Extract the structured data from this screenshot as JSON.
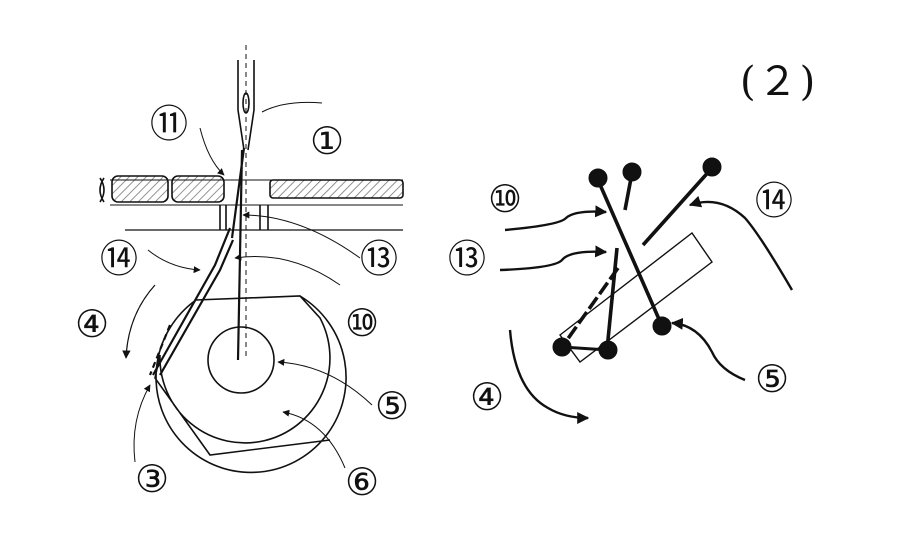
{
  "figure_label": "(２)",
  "labels": {
    "left": {
      "l11": "⑪",
      "l1": "①",
      "l13": "⑬",
      "l14": "⑭",
      "l10": "⑩",
      "l4": "④",
      "l5": "⑤",
      "l3": "③",
      "l6": "⑥"
    },
    "right": {
      "l10": "⑩",
      "l13": "⑬",
      "l14": "⑭",
      "l4": "④",
      "l5": "⑤"
    }
  },
  "colors": {
    "ink": "#111111",
    "hatch": "#555555"
  }
}
